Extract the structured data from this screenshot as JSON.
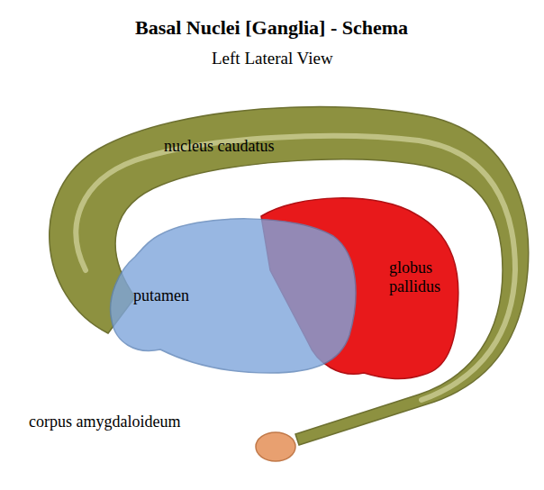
{
  "diagram": {
    "title": "Basal Nuclei [Ganglia] - Schema",
    "labels": [
      "Left Lateral View",
      "nucleus caudatus",
      "putamen",
      "globus pallidus",
      "corpus amygdaloideum"
    ]
  }
}
